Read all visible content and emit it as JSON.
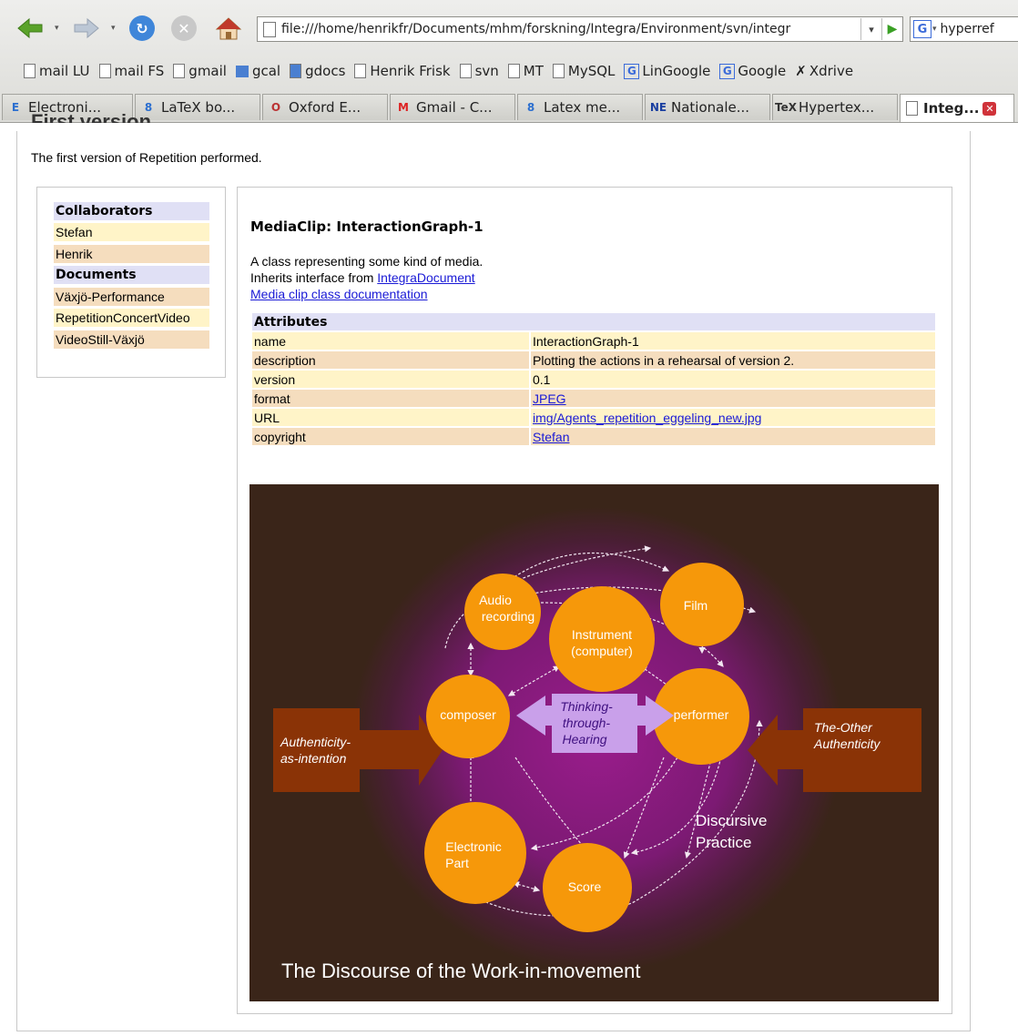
{
  "browser": {
    "url": "file:///home/henrikfr/Documents/mhm/forskning/Integra/Environment/svn/integr",
    "search_query": "hyperref",
    "search_engine_icon": "G",
    "bookmarks": [
      {
        "label": "mail LU",
        "icon": "page-icon"
      },
      {
        "label": "mail FS",
        "icon": "page-icon"
      },
      {
        "label": "gmail",
        "icon": "page-icon"
      },
      {
        "label": "gcal",
        "icon": "calendar-icon"
      },
      {
        "label": "gdocs",
        "icon": "docs-icon"
      },
      {
        "label": "Henrik Frisk",
        "icon": "page-icon"
      },
      {
        "label": "svn",
        "icon": "page-icon"
      },
      {
        "label": "MT",
        "icon": "page-icon"
      },
      {
        "label": "MySQL",
        "icon": "page-icon"
      },
      {
        "label": "LinGoogle",
        "icon": "google-icon"
      },
      {
        "label": "Google",
        "icon": "google-icon"
      },
      {
        "label": "Xdrive",
        "icon": "x-icon"
      }
    ],
    "tabs": [
      {
        "label": "Electroni...",
        "icon": "E"
      },
      {
        "label": "LaTeX bo...",
        "icon": "8"
      },
      {
        "label": "Oxford E...",
        "icon": "O"
      },
      {
        "label": "Gmail - C...",
        "icon": "M"
      },
      {
        "label": "Latex me...",
        "icon": "8"
      },
      {
        "label": "Nationale...",
        "icon": "NE"
      },
      {
        "label": "Hypertex...",
        "icon": "TeX"
      },
      {
        "label": "Integ...",
        "icon": "page",
        "active": true
      }
    ]
  },
  "page": {
    "cut_heading": "First version",
    "intro": "The first version of Repetition performed.",
    "sidebar": {
      "collaborators_heading": "Collaborators",
      "collaborators": [
        "Stefan",
        "Henrik"
      ],
      "documents_heading": "Documents",
      "documents": [
        "Växjö-Performance",
        "RepetitionConcertVideo",
        "VideoStill-Växjö"
      ]
    },
    "mediaclip": {
      "title": "MediaClip: InteractionGraph-1",
      "desc_line1": "A class representing some kind of media.",
      "desc_line2_prefix": "Inherits interface from ",
      "desc_line2_link": "IntegraDocument",
      "doc_link": "Media clip class documentation",
      "attributes_heading": "Attributes",
      "attributes": [
        {
          "key": "name",
          "value": "InteractionGraph-1",
          "link": false
        },
        {
          "key": "description",
          "value": "Plotting the actions in a rehearsal of version 2.",
          "link": false
        },
        {
          "key": "version",
          "value": "0.1",
          "link": false
        },
        {
          "key": "format",
          "value": "JPEG",
          "link": true
        },
        {
          "key": "URL",
          "value": "img/Agents_repetition_eggeling_new.jpg",
          "link": true
        },
        {
          "key": "copyright",
          "value": "Stefan",
          "link": true
        }
      ]
    },
    "graph": {
      "caption": "The Discourse of the Work-in-movement",
      "nodes": {
        "audio": [
          "Audio",
          "recording"
        ],
        "film": "Film",
        "instrument": [
          "Instrument",
          "(computer)"
        ],
        "composer": "composer",
        "performer": "performer",
        "electronic": [
          "Electronic",
          "Part"
        ],
        "score": "Score"
      },
      "center": [
        "Thinking-",
        "through-",
        "Hearing"
      ],
      "left_box": [
        "Authenticity-",
        "as-intention"
      ],
      "right_box": [
        "The-Other",
        "Authenticity"
      ],
      "discursive": [
        "Discursive",
        "Practice"
      ],
      "colors": {
        "background": "#3a2519",
        "node": "#f6980a",
        "box": "#8a3306",
        "glow": "#9a1c8c",
        "center": "#c9a0ea"
      }
    }
  }
}
